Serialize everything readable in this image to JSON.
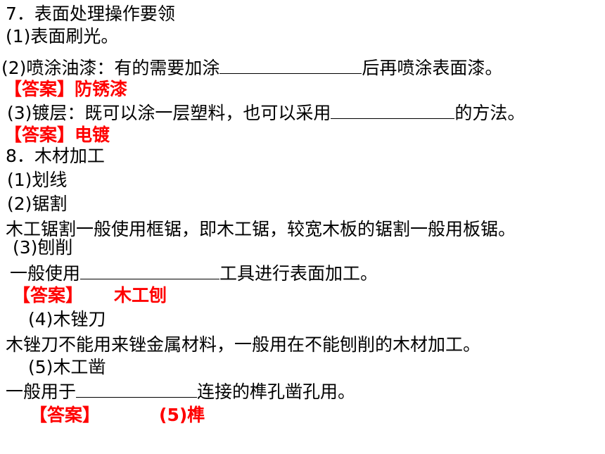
{
  "colors": {
    "text": "#000000",
    "answer": "#ff0000",
    "background": "#ffffff"
  },
  "s7": {
    "title": "7．表面处理操作要领",
    "item1": "(1)表面刷光。",
    "item2_before": "(2)喷涂油漆：有的需要加涂",
    "item2_after": "后再喷涂表面漆。",
    "answer1": "【答案】防锈漆",
    "item3_before": "(3)镀层：既可以涂一层塑料，也可以采用",
    "item3_after": "的方法。",
    "answer2": "【答案】电镀"
  },
  "s8": {
    "title": "8．木材加工",
    "item1": "(1)划线",
    "item2": "(2)锯割",
    "item2_desc": "木工锯割一般使用框锯，即木工锯，较宽木板的锯割一般用板锯。",
    "item3": "(3)刨削",
    "item3_before": "一般使用",
    "item3_after": "工具进行表面加工。",
    "answer3_label": "【答案】",
    "answer3_value": "木工刨",
    "item4": "(4)木锉刀",
    "item4_desc": "木锉刀不能用来锉金属材料，一般用在不能刨削的木材加工。",
    "item5": "(5)木工凿",
    "item5_before": "一般用于",
    "item5_after": "连接的榫孔凿孔用。",
    "answer5_label": "【答案】",
    "answer5_value": "(5)榫"
  }
}
